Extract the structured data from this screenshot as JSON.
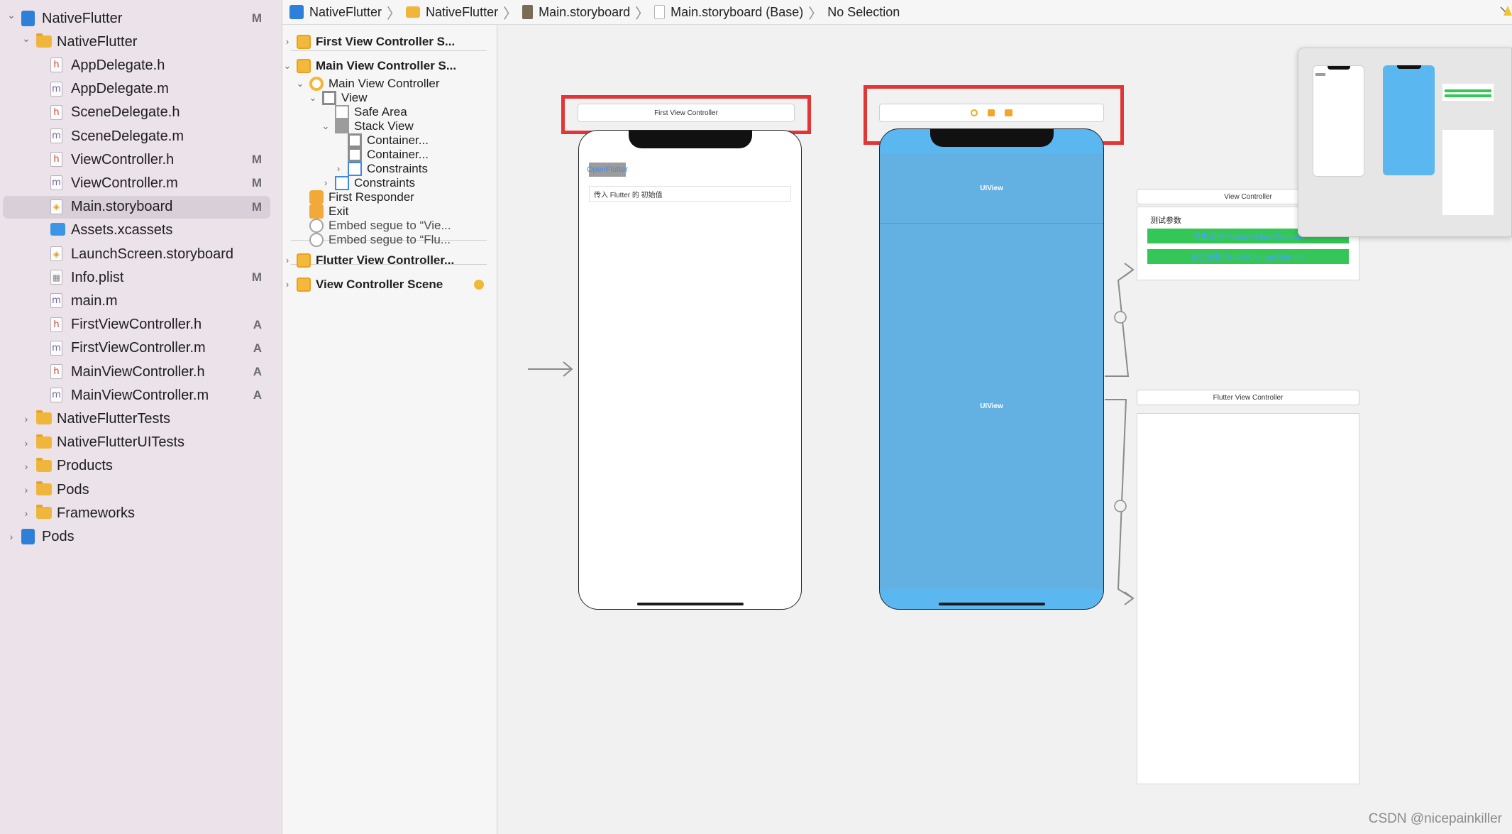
{
  "navigator": {
    "items": [
      {
        "label": "NativeFlutter",
        "badge": "M",
        "kind": "project",
        "level": 0,
        "chevron": "open"
      },
      {
        "label": "NativeFlutter",
        "badge": "",
        "kind": "folder",
        "level": 1,
        "chevron": "open"
      },
      {
        "label": "AppDelegate.h",
        "badge": "",
        "kind": "h",
        "level": 2
      },
      {
        "label": "AppDelegate.m",
        "badge": "",
        "kind": "m",
        "level": 2
      },
      {
        "label": "SceneDelegate.h",
        "badge": "",
        "kind": "h",
        "level": 2
      },
      {
        "label": "SceneDelegate.m",
        "badge": "",
        "kind": "m",
        "level": 2
      },
      {
        "label": "ViewController.h",
        "badge": "M",
        "kind": "h",
        "level": 2
      },
      {
        "label": "ViewController.m",
        "badge": "M",
        "kind": "m",
        "level": 2
      },
      {
        "label": "Main.storyboard",
        "badge": "M",
        "kind": "sb",
        "level": 2,
        "selected": true
      },
      {
        "label": "Assets.xcassets",
        "badge": "",
        "kind": "xcassets",
        "level": 2
      },
      {
        "label": "LaunchScreen.storyboard",
        "badge": "",
        "kind": "sb",
        "level": 2
      },
      {
        "label": "Info.plist",
        "badge": "M",
        "kind": "pl",
        "level": 2
      },
      {
        "label": "main.m",
        "badge": "",
        "kind": "m",
        "level": 2
      },
      {
        "label": "FirstViewController.h",
        "badge": "A",
        "kind": "h",
        "level": 2
      },
      {
        "label": "FirstViewController.m",
        "badge": "A",
        "kind": "m",
        "level": 2
      },
      {
        "label": "MainViewController.h",
        "badge": "A",
        "kind": "h",
        "level": 2
      },
      {
        "label": "MainViewController.m",
        "badge": "A",
        "kind": "m",
        "level": 2
      },
      {
        "label": "NativeFlutterTests",
        "badge": "",
        "kind": "folder",
        "level": 1,
        "chevron": "closed"
      },
      {
        "label": "NativeFlutterUITests",
        "badge": "",
        "kind": "folder",
        "level": 1,
        "chevron": "closed"
      },
      {
        "label": "Products",
        "badge": "",
        "kind": "folder",
        "level": 1,
        "chevron": "closed"
      },
      {
        "label": "Pods",
        "badge": "",
        "kind": "folder",
        "level": 1,
        "chevron": "closed"
      },
      {
        "label": "Frameworks",
        "badge": "",
        "kind": "folder",
        "level": 1,
        "chevron": "closed"
      },
      {
        "label": "Pods",
        "badge": "",
        "kind": "project",
        "level": 0,
        "chevron": "closed"
      }
    ]
  },
  "jumpbar": {
    "crumbs": [
      "NativeFlutter",
      "NativeFlutter",
      "Main.storyboard",
      "Main.storyboard (Base)",
      "No Selection"
    ]
  },
  "outline": {
    "items": [
      {
        "label": "First View Controller S...",
        "kind": "scene",
        "level": 0,
        "chevron": "closed"
      },
      {
        "label": "Main View Controller S...",
        "kind": "scene",
        "level": 0,
        "chevron": "open"
      },
      {
        "label": "Main View Controller",
        "kind": "vc",
        "level": 1,
        "chevron": "open"
      },
      {
        "label": "View",
        "kind": "view",
        "level": 2,
        "chevron": "open"
      },
      {
        "label": "Safe Area",
        "kind": "safe",
        "level": 3
      },
      {
        "label": "Stack View",
        "kind": "stack",
        "level": 3,
        "chevron": "open"
      },
      {
        "label": "Container...",
        "kind": "view",
        "level": 4
      },
      {
        "label": "Container...",
        "kind": "view",
        "level": 4
      },
      {
        "label": "Constraints",
        "kind": "constraint",
        "level": 4,
        "chevron": "closed"
      },
      {
        "label": "Constraints",
        "kind": "constraint",
        "level": 3,
        "chevron": "closed"
      },
      {
        "label": "First Responder",
        "kind": "responder",
        "level": 1
      },
      {
        "label": "Exit",
        "kind": "exit",
        "level": 1
      },
      {
        "label": "Embed segue to “Vie...",
        "kind": "segue",
        "level": 1
      },
      {
        "label": "Embed segue to “Flu...",
        "kind": "segue",
        "level": 1
      },
      {
        "label": "Flutter View Controller...",
        "kind": "scene",
        "level": 0,
        "chevron": "closed"
      },
      {
        "label": "View Controller Scene",
        "kind": "scene",
        "level": 0,
        "chevron": "closed",
        "entry": true
      }
    ]
  },
  "canvas": {
    "first_vc": {
      "title": "First View Controller",
      "button_label": "OpenFlutter",
      "text_field_value": "传入 Flutter 的 初始值"
    },
    "main_vc": {
      "top_view_label": "UIView",
      "bottom_view_label": "UIView"
    },
    "view_controller": {
      "title": "View Controller",
      "label": "测试参数",
      "button1": "原生调用 FlutterMethodChannel",
      "button2": "原生调用 BasicMessageChannel"
    },
    "flutter_vc": {
      "title": "Flutter View Controller"
    }
  },
  "watermark": "CSDN @nicepainkiller",
  "colors": {
    "highlight": "#e23636",
    "uiview_blue": "#62b1e2",
    "green_button": "#35c658",
    "navigator_bg": "#ebe2ea"
  }
}
